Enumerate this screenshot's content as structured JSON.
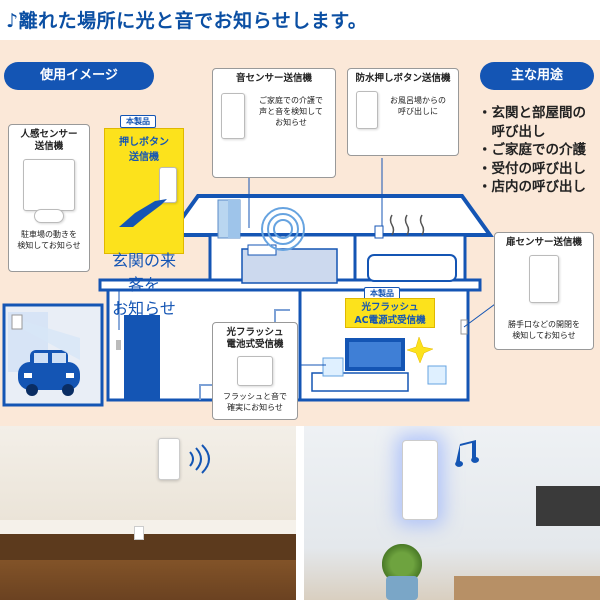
{
  "header": {
    "title": "♪離れた場所に光と音でお知らせします。"
  },
  "left_pill": {
    "label": "使用イメージ"
  },
  "right_pill": {
    "label": "主な用途"
  },
  "uses": [
    "・玄関と部屋間の",
    "　呼び出し",
    "・ご家庭での介護",
    "・受付の呼び出し",
    "・店内の呼び出し"
  ],
  "cards": {
    "motion": {
      "title_1": "人感センサー",
      "title_2": "送信機",
      "desc_1": "駐車場の動きを",
      "desc_2": "検知してお知らせ"
    },
    "button": {
      "badge": "本製品",
      "title_1": "押しボタン",
      "title_2": "送信機",
      "desc_1": "玄関の来客を",
      "desc_2": "お知らせ"
    },
    "sound": {
      "title": "音センサー送信機",
      "desc_1": "ご家庭での介護で",
      "desc_2": "声と音を検知して",
      "desc_3": "お知らせ"
    },
    "waterproof": {
      "title": "防水押しボタン送信機",
      "desc_1": "お風呂場からの",
      "desc_2": "呼び出しに"
    },
    "door": {
      "title": "扉センサー送信機",
      "desc_1": "勝手口などの開閉を",
      "desc_2": "検知してお知らせ"
    },
    "battery_receiver": {
      "title_1": "光フラッシュ",
      "title_2": "電池式受信機",
      "desc_1": "フラッシュと音で",
      "desc_2": "確実にお知らせ"
    },
    "ac_receiver": {
      "badge": "本製品",
      "title_1": "光フラッシュ",
      "title_2": "AC電源式受信機"
    }
  },
  "colors": {
    "brand_blue": "#1455b4",
    "scene_bg": "#fbe8d8",
    "product_yellow": "#fce21c"
  }
}
